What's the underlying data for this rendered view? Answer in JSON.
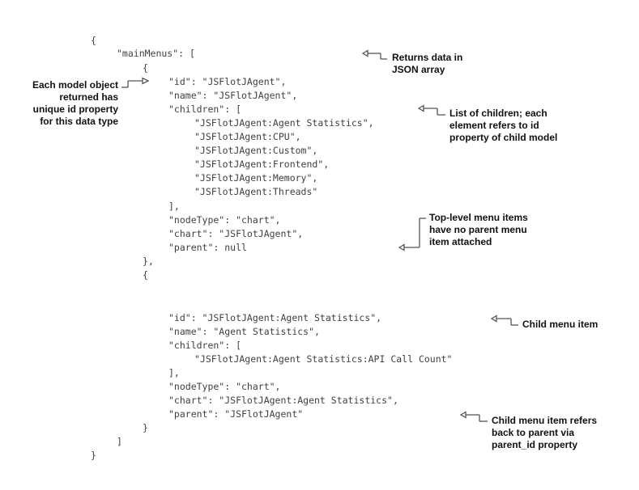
{
  "code": {
    "lines": [
      "{",
      "\"mainMenus\": [",
      "{",
      "\"id\": \"JSFlotJAgent\",",
      "\"name\": \"JSFlotJAgent\",",
      "\"children\": [",
      "\"JSFlotJAgent:Agent Statistics\",",
      "\"JSFlotJAgent:CPU\",",
      "\"JSFlotJAgent:Custom\",",
      "\"JSFlotJAgent:Frontend\",",
      "\"JSFlotJAgent:Memory\",",
      "\"JSFlotJAgent:Threads\"",
      "],",
      "\"nodeType\": \"chart\",",
      "\"chart\": \"JSFlotJAgent\",",
      "\"parent\": null",
      "},",
      "{",
      "\"id\": \"JSFlotJAgent:Agent Statistics\",",
      "\"name\": \"Agent Statistics\",",
      "\"children\": [",
      "\"JSFlotJAgent:Agent Statistics:API Call Count\"",
      "],",
      "\"nodeType\": \"chart\",",
      "\"chart\": \"JSFlotJAgent:Agent Statistics\",",
      "\"parent\": \"JSFlotJAgent\"",
      "}",
      "]",
      "}"
    ]
  },
  "annotations": {
    "returns_json": [
      "Returns data in",
      "JSON array"
    ],
    "model_id": [
      "Each model object",
      "returned has",
      "unique id property",
      "for this data type"
    ],
    "children_list": [
      "List of children; each",
      "element refers to id",
      "property of child model"
    ],
    "top_level": [
      "Top-level menu items",
      "have no parent menu",
      "item attached"
    ],
    "child_item": [
      "Child menu item"
    ],
    "child_parent": [
      "Child menu item refers",
      "back to parent via",
      "parent_id property"
    ]
  },
  "colors": {
    "code_text": "#404040",
    "annotation_text": "#111111",
    "arrow": "#555555"
  }
}
